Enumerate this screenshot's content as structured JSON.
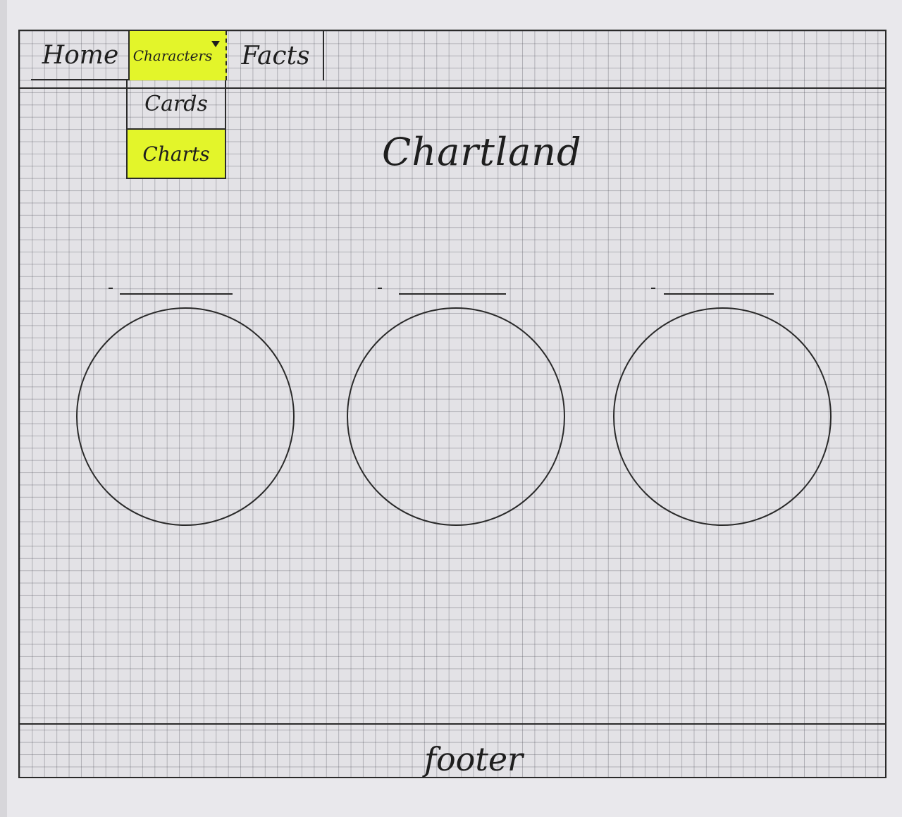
{
  "nav": {
    "items": [
      {
        "label": "Home"
      },
      {
        "label": "Characters"
      },
      {
        "label": "Facts"
      }
    ],
    "dropdown": [
      {
        "label": "Cards"
      },
      {
        "label": "Charts"
      }
    ]
  },
  "page": {
    "title": "Chartland"
  },
  "charts": [
    {
      "title": "",
      "icon": "pie-chart-placeholder"
    },
    {
      "title": "",
      "icon": "pie-chart-placeholder"
    },
    {
      "title": "",
      "icon": "pie-chart-placeholder"
    }
  ],
  "footer": {
    "label": "footer"
  },
  "colors": {
    "highlight": "#e3f52a",
    "ink": "#1e1e1e"
  }
}
